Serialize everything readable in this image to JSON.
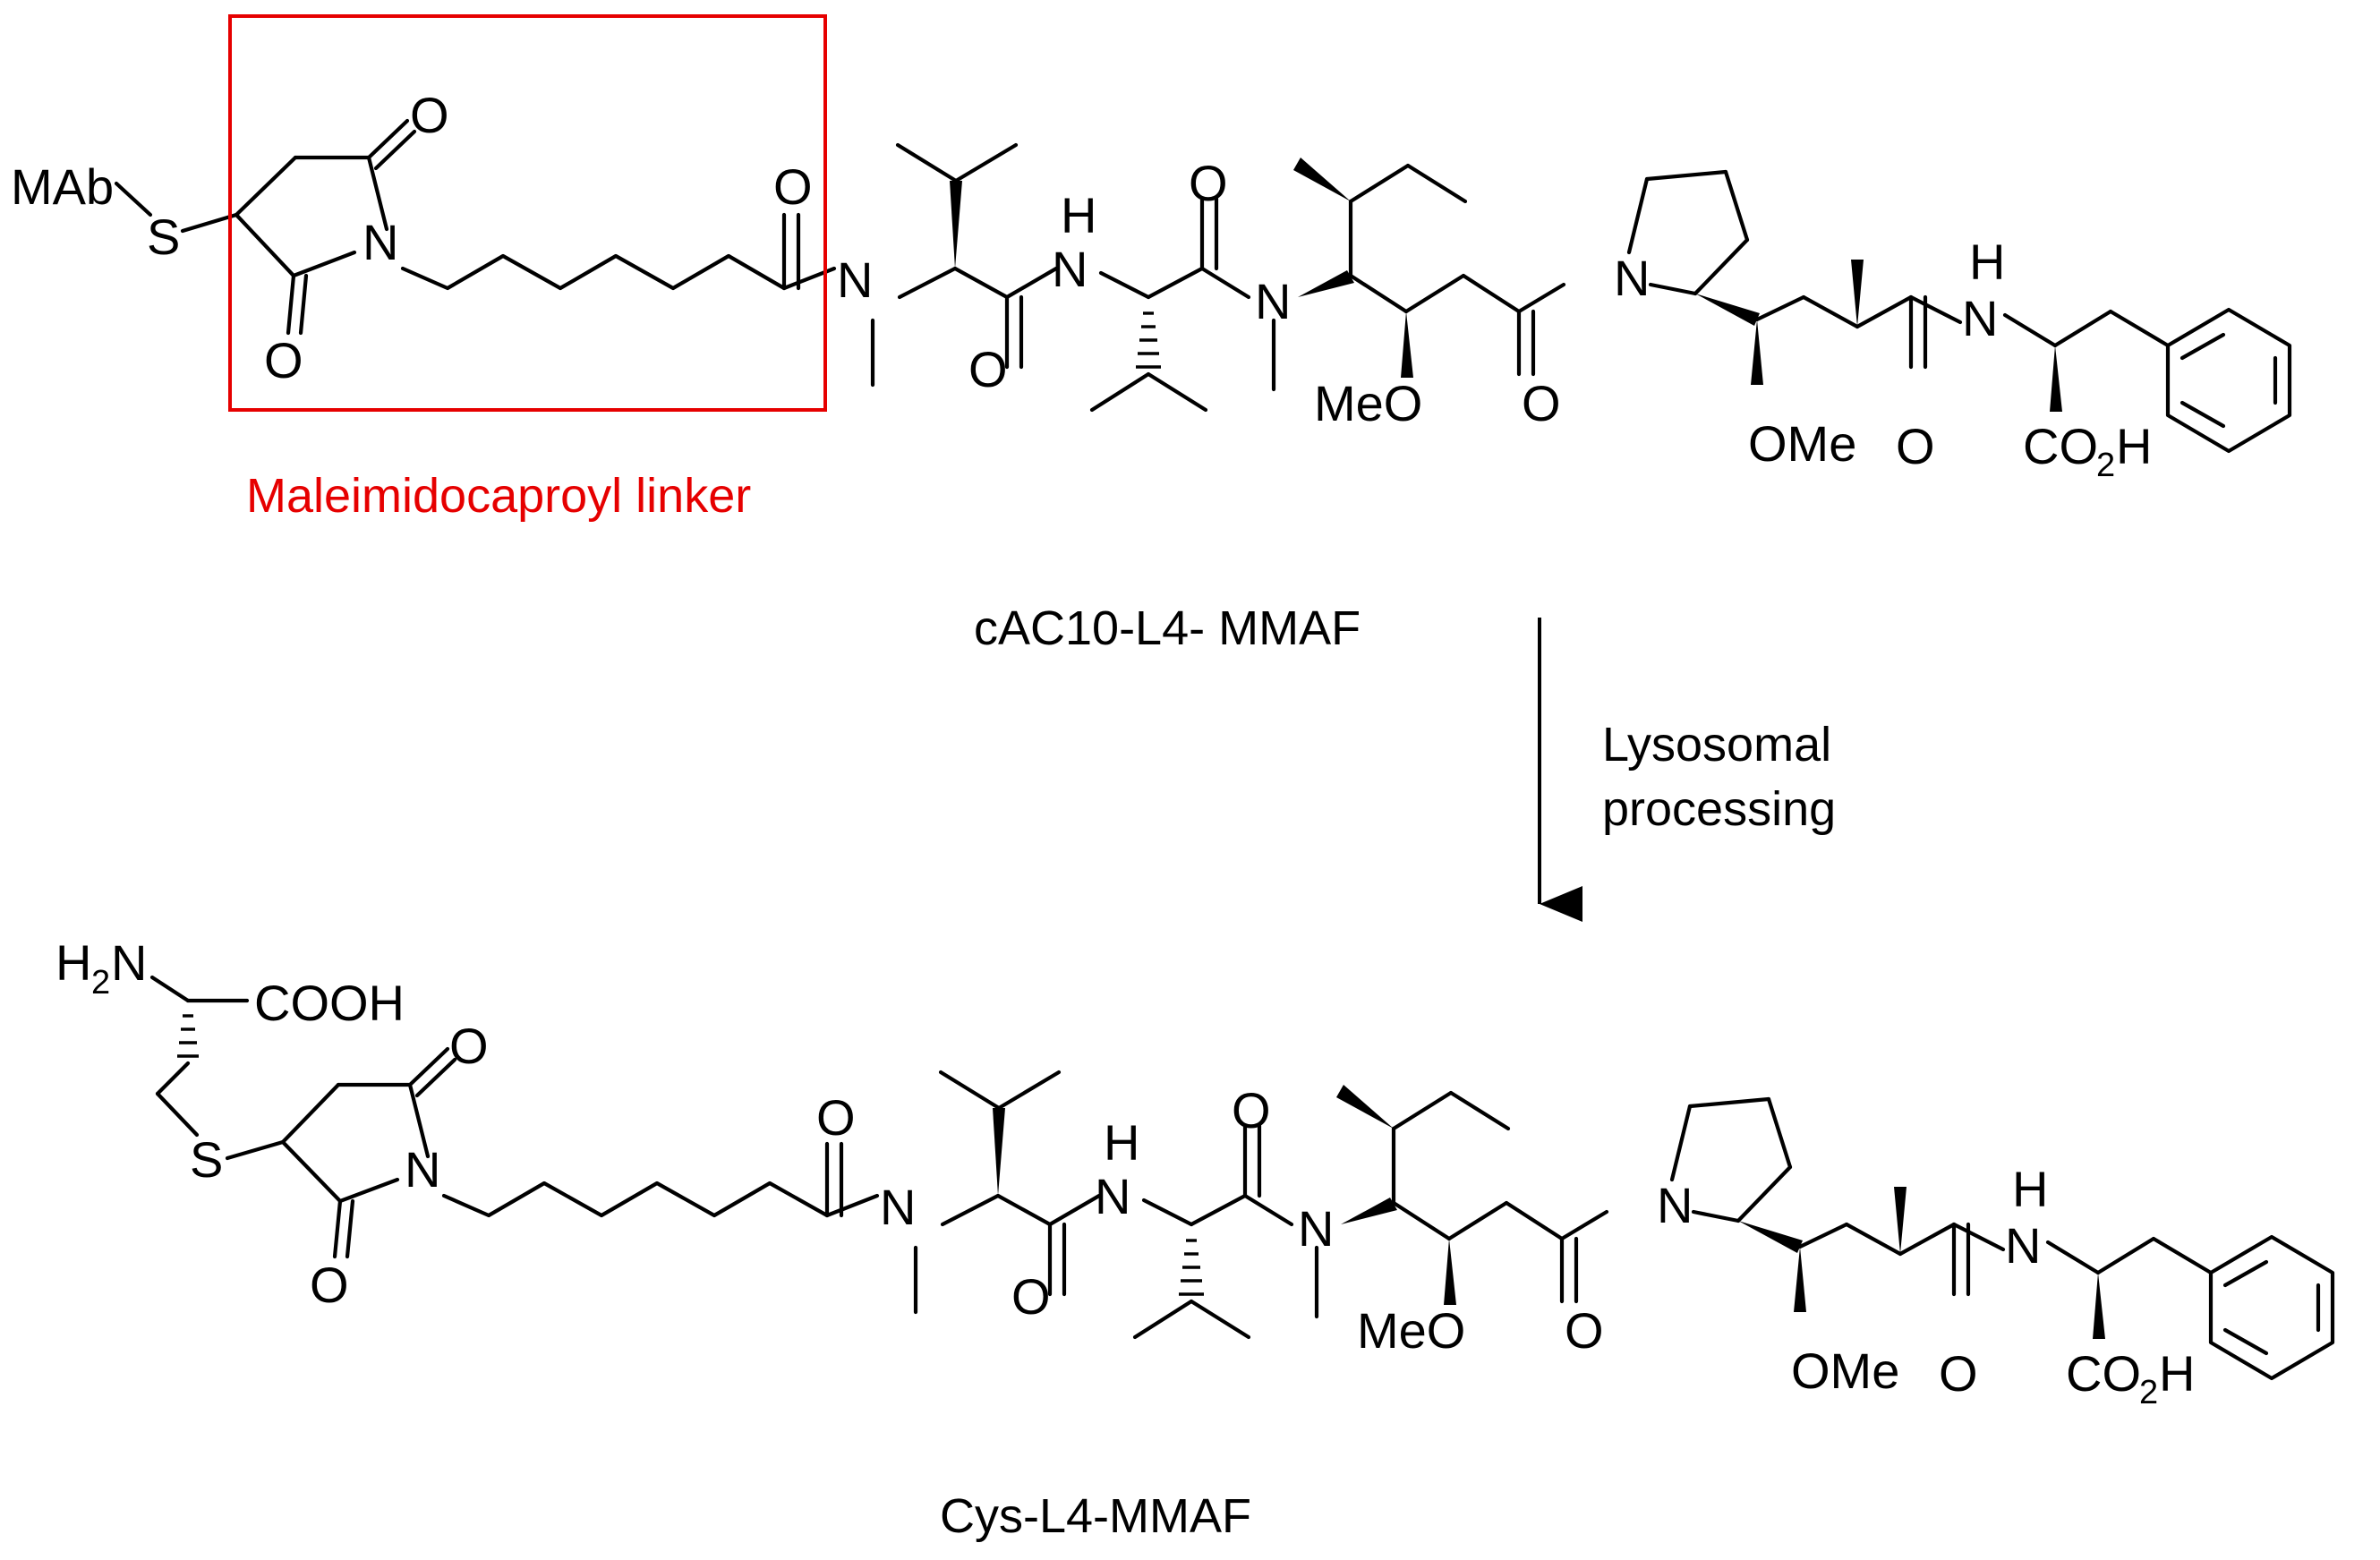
{
  "top_compound": {
    "name": "cAC10-L4- MMAF",
    "substituent_mab": "MAb",
    "highlight_label": "Maleimidocaproyl linker",
    "highlight_color": "#e60000"
  },
  "reaction": {
    "condition_line1": "Lysosomal",
    "condition_line2": "processing"
  },
  "bottom_compound": {
    "name": "Cys-L4-MMAF",
    "amine": "H",
    "amine_sub": "2",
    "amine_n": "N",
    "acid": "COOH"
  },
  "atoms": {
    "S": "S",
    "N": "N",
    "O": "O",
    "H": "H",
    "OMe": "OMe",
    "MeO": "MeO",
    "CO": "CO",
    "CO2_sub": "2",
    "CO2_H": "H"
  }
}
